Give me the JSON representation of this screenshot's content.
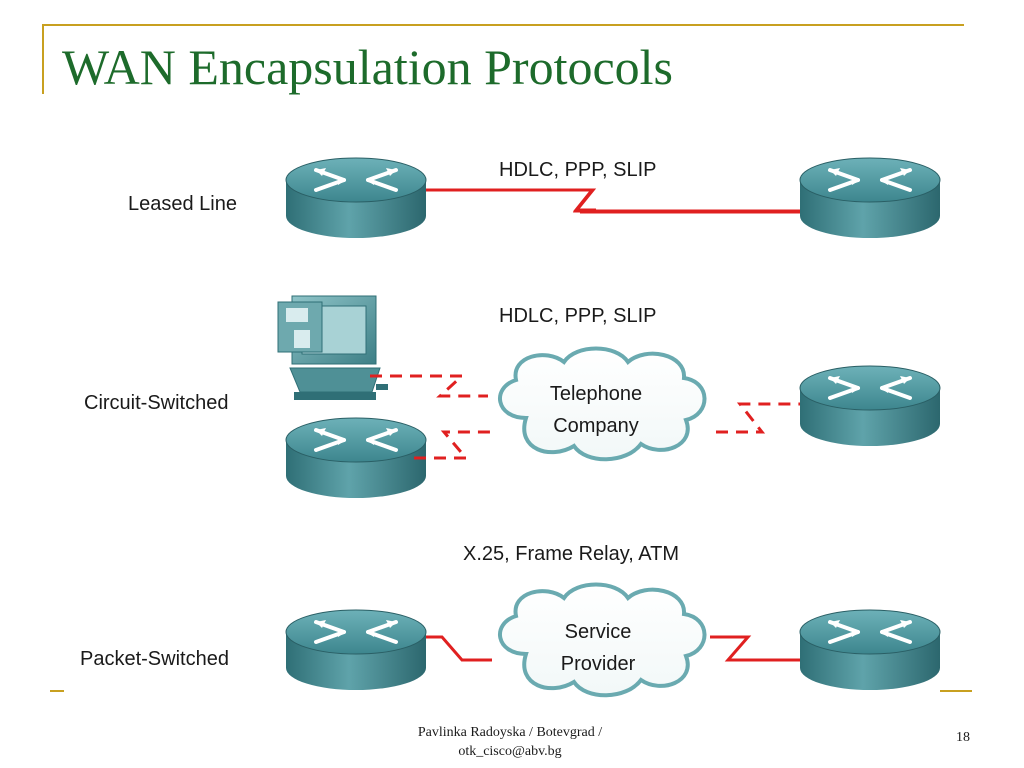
{
  "slide": {
    "title": "WAN Encapsulation Protocols",
    "footer_line1": "Pavlinka Radoyska / Botevgrad /",
    "footer_line2": "otk_cisco@abv.bg",
    "page_number": "18"
  },
  "rows": {
    "leased_line": {
      "label": "Leased Line",
      "protocols": "HDLC, PPP, SLIP"
    },
    "circuit_switched": {
      "label": "Circuit-Switched",
      "protocols": "HDLC, PPP, SLIP",
      "cloud_line1": "Telephone",
      "cloud_line2": "Company"
    },
    "packet_switched": {
      "label": "Packet-Switched",
      "protocols": "X.25, Frame Relay, ATM",
      "cloud_line1": "Service",
      "cloud_line2": "Provider"
    }
  },
  "colors": {
    "title": "#1d6b2b",
    "accent_line": "#c8a020",
    "link": "#e02020",
    "router_body": "#3f8a92",
    "cloud_stroke": "#6aaab0"
  },
  "icons": {
    "router": "router-icon",
    "computer": "computer-icon",
    "cloud": "cloud-icon"
  }
}
